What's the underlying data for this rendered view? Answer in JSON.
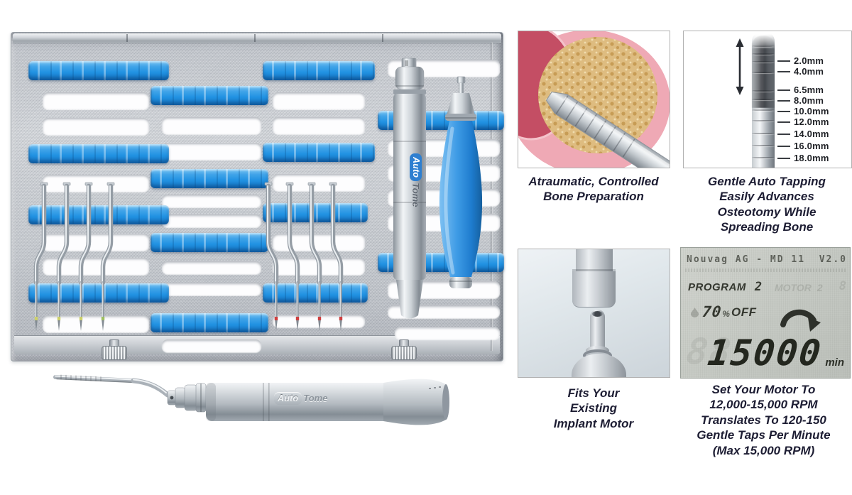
{
  "brand": {
    "auto": "Auto",
    "tome": "Tome"
  },
  "panels": {
    "bone_prep": {
      "caption": "Atraumatic, Controlled\nBone Preparation"
    },
    "auto_tapping": {
      "depth_labels": [
        "2.0mm",
        "4.0mm",
        "6.5mm",
        "8.0mm",
        "10.0mm",
        "12.0mm",
        "14.0mm",
        "16.0mm",
        "18.0mm"
      ],
      "caption": "Gentle Auto Tapping\nEasily Advances\nOsteotomy While\nSpreading Bone"
    },
    "implant_motor": {
      "caption": "Fits Your\nExisting\nImplant Motor"
    },
    "motor_display": {
      "lcd_header": "Nouvag AG - MD 11  V2.0",
      "program_label": "PROGRAM",
      "program_value": "2",
      "motor_ghost_label": "MOTOR",
      "motor_ghost_value": "2",
      "ghost_digit": "8",
      "torque_value": "70",
      "torque_percent": "%",
      "torque_mode": "OFF",
      "speed_ghost": "88",
      "speed_value": "15000",
      "speed_unit": "min",
      "caption": "Set Your Motor To\n12,000-15,000 RPM\nTranslates To 120-150\nGentle Taps Per Minute\n(Max 15,000 RPM)"
    }
  },
  "icons": {
    "tapping_range": "up-down-arrow-icon",
    "rotation_direction": "clockwise-rotation-icon",
    "irrigation": "droplet-icon"
  },
  "colors": {
    "rail_blue": "#2192e2",
    "handle_blue": "#1e7cce",
    "tip_band_left": "#ccd06b",
    "tip_band_right": "#cf4040",
    "caption_text": "#1d1d33",
    "lcd_background": "#c8cbc5",
    "lcd_text": "#34372f",
    "tissue_pink": "#efa9b5",
    "tissue_dark_pink": "#c44e64",
    "bone_tan": "#debc80"
  }
}
